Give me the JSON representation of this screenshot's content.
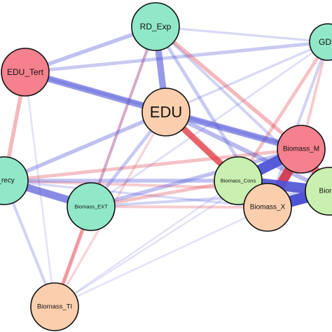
{
  "nodes": [
    {
      "id": "RD_Exp",
      "label": "RD_Exp",
      "color": "#90e8c8"
    },
    {
      "id": "GDP",
      "label": "GDP",
      "color": "#90e8c8"
    },
    {
      "id": "EDU_Tert",
      "label": "EDU_Tert",
      "color": "#f5808e"
    },
    {
      "id": "EDU",
      "label": "EDU",
      "color": "#fbcfae"
    },
    {
      "id": "Biomass_M",
      "label": "Biomass_M",
      "color": "#f5808e"
    },
    {
      "id": "Biomass_recy",
      "label": "s_recy",
      "color": "#90e8c8"
    },
    {
      "id": "Biomass_Cons",
      "label": "Biomass_Cons",
      "color": "#c9f0b0"
    },
    {
      "id": "Bioren",
      "label": "Bioren",
      "color": "#c9f0b0"
    },
    {
      "id": "Biomass_EXT",
      "label": "Biomass_EXT",
      "color": "#90e8c8"
    },
    {
      "id": "Biomass_X",
      "label": "Biomass_X",
      "color": "#fbcfae"
    },
    {
      "id": "Biomass_TI",
      "label": "Biomass_TI",
      "color": "#fbcfae"
    }
  ],
  "edges": [
    {
      "from": "Biomass_M",
      "to": "Biomass_X",
      "sign": "neg",
      "strength": 0.85
    },
    {
      "from": "Biomass_M",
      "to": "Biomass_Cons",
      "sign": "pos",
      "strength": 0.95
    },
    {
      "from": "Biomass_M",
      "to": "Bioren",
      "sign": "neg",
      "strength": 0.75
    },
    {
      "from": "Biomass_Cons",
      "to": "Biomass_X",
      "sign": "neg",
      "strength": 0.9
    },
    {
      "from": "Biomass_Cons",
      "to": "Bioren",
      "sign": "pos",
      "strength": 0.9
    },
    {
      "from": "Biomass_X",
      "to": "Bioren",
      "sign": "pos",
      "strength": 1.0
    },
    {
      "from": "Biomass_M",
      "to": "Biomass_X",
      "sign": "pos",
      "strength": 0.75
    },
    {
      "from": "EDU",
      "to": "Biomass_M",
      "sign": "pos",
      "strength": 0.55
    },
    {
      "from": "EDU",
      "to": "Biomass_X",
      "sign": "neg",
      "strength": 0.55
    },
    {
      "from": "EDU",
      "to": "Biomass_Cons",
      "sign": "neg",
      "strength": 0.45
    },
    {
      "from": "EDU",
      "to": "Bioren",
      "sign": "pos",
      "strength": 0.35
    },
    {
      "from": "EDU_Tert",
      "to": "EDU",
      "sign": "pos",
      "strength": 0.55
    },
    {
      "from": "RD_Exp",
      "to": "EDU",
      "sign": "pos",
      "strength": 0.55
    },
    {
      "from": "EDU_Tert",
      "to": "RD_Exp",
      "sign": "pos",
      "strength": 0.3
    },
    {
      "from": "EDU_Tert",
      "to": "GDP",
      "sign": "pos",
      "strength": 0.25
    },
    {
      "from": "Biomass_recy",
      "to": "Biomass_EXT",
      "sign": "pos",
      "strength": 0.65
    },
    {
      "from": "Biomass_recy",
      "to": "EDU",
      "sign": "pos",
      "strength": 0.3
    },
    {
      "from": "Biomass_recy",
      "to": "Biomass_M",
      "sign": "neg",
      "strength": 0.25
    },
    {
      "from": "Biomass_recy",
      "to": "Biomass_Cons",
      "sign": "pos",
      "strength": 0.3
    },
    {
      "from": "Biomass_recy",
      "to": "Bioren",
      "sign": "neg",
      "strength": 0.2
    },
    {
      "from": "Biomass_EXT",
      "to": "Biomass_M",
      "sign": "pos",
      "strength": 0.3
    },
    {
      "from": "Biomass_EXT",
      "to": "Biomass_Cons",
      "sign": "neg",
      "strength": 0.25
    },
    {
      "from": "Biomass_EXT",
      "to": "Bioren",
      "sign": "pos",
      "strength": 0.2
    },
    {
      "from": "Biomass_EXT",
      "to": "Biomass_X",
      "sign": "neg",
      "strength": 0.2
    },
    {
      "from": "Biomass_EXT",
      "to": "EDU",
      "sign": "pos",
      "strength": 0.25
    },
    {
      "from": "Biomass_EXT",
      "to": "RD_Exp",
      "sign": "pos",
      "strength": 0.2
    },
    {
      "from": "RD_Exp",
      "to": "Biomass_M",
      "sign": "neg",
      "strength": 0.3
    },
    {
      "from": "RD_Exp",
      "to": "Biomass_X",
      "sign": "pos",
      "strength": 0.25
    },
    {
      "from": "RD_Exp",
      "to": "Bioren",
      "sign": "pos",
      "strength": 0.2
    },
    {
      "from": "RD_Exp",
      "to": "GDP",
      "sign": "pos",
      "strength": 0.15
    },
    {
      "from": "GDP",
      "to": "Biomass_Cons",
      "sign": "neg",
      "strength": 0.25
    },
    {
      "from": "GDP",
      "to": "Biomass_M",
      "sign": "neg",
      "strength": 0.2
    },
    {
      "from": "GDP",
      "to": "Biomass_X",
      "sign": "pos",
      "strength": 0.2
    },
    {
      "from": "GDP",
      "to": "EDU",
      "sign": "pos",
      "strength": 0.15
    },
    {
      "from": "EDU_Tert",
      "to": "Biomass_recy",
      "sign": "neg",
      "strength": 0.3
    },
    {
      "from": "EDU_Tert",
      "to": "Biomass_M",
      "sign": "pos",
      "strength": 0.25
    },
    {
      "from": "EDU_Tert",
      "to": "Biomass_TI",
      "sign": "pos",
      "strength": 0.1
    },
    {
      "from": "Biomass_TI",
      "to": "Biomass_EXT",
      "sign": "neg",
      "strength": 0.3
    },
    {
      "from": "Biomass_TI",
      "to": "Biomass_recy",
      "sign": "pos",
      "strength": 0.2
    },
    {
      "from": "Biomass_TI",
      "to": "EDU",
      "sign": "neg",
      "strength": 0.15
    },
    {
      "from": "Biomass_TI",
      "to": "Biomass_Cons",
      "sign": "pos",
      "strength": 0.1
    },
    {
      "from": "Biomass_TI",
      "to": "Biomass_M",
      "sign": "pos",
      "strength": 0.1
    },
    {
      "from": "Biomass_TI",
      "to": "Biomass_X",
      "sign": "pos",
      "strength": 0.1
    },
    {
      "from": "Biomass_TI",
      "to": "RD_Exp",
      "sign": "neg",
      "strength": 0.2
    },
    {
      "from": "Biomass_recy",
      "to": "Biomass_X",
      "sign": "pos",
      "strength": 0.15
    },
    {
      "from": "Biomass_EXT",
      "to": "GDP",
      "sign": "pos",
      "strength": 0.12
    }
  ],
  "colors": {
    "pos": "#4f54d6",
    "neg": "#e03a44"
  }
}
